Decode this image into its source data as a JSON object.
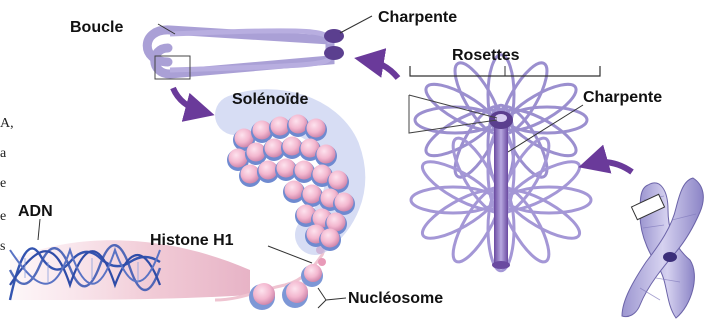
{
  "labels": {
    "boucle": "Boucle",
    "charpente_top": "Charpente",
    "rosettes": "Rosettes",
    "charpente_right": "Charpente",
    "solenoide": "Solénoïde",
    "adn": "ADN",
    "histone_h1": "Histone H1",
    "nucleosome": "Nucléosome"
  },
  "cropped_text": [
    "A,",
    "a",
    "e",
    "e",
    "s"
  ],
  "icons": [
    "dna-helix",
    "nucleosome-bead",
    "solenoid-fiber",
    "chromatin-loop",
    "rosette",
    "scaffold",
    "chromosome"
  ],
  "colors": {
    "lavender": "#9b8fcf",
    "purple_dark": "#5b3f8f",
    "arrow": "#6a3a9a",
    "pink_bead": "#f3b7cf",
    "blue_bead": "#7d97d6",
    "dna_blue": "#3454b0",
    "dna_pink": "#efc4d1"
  }
}
